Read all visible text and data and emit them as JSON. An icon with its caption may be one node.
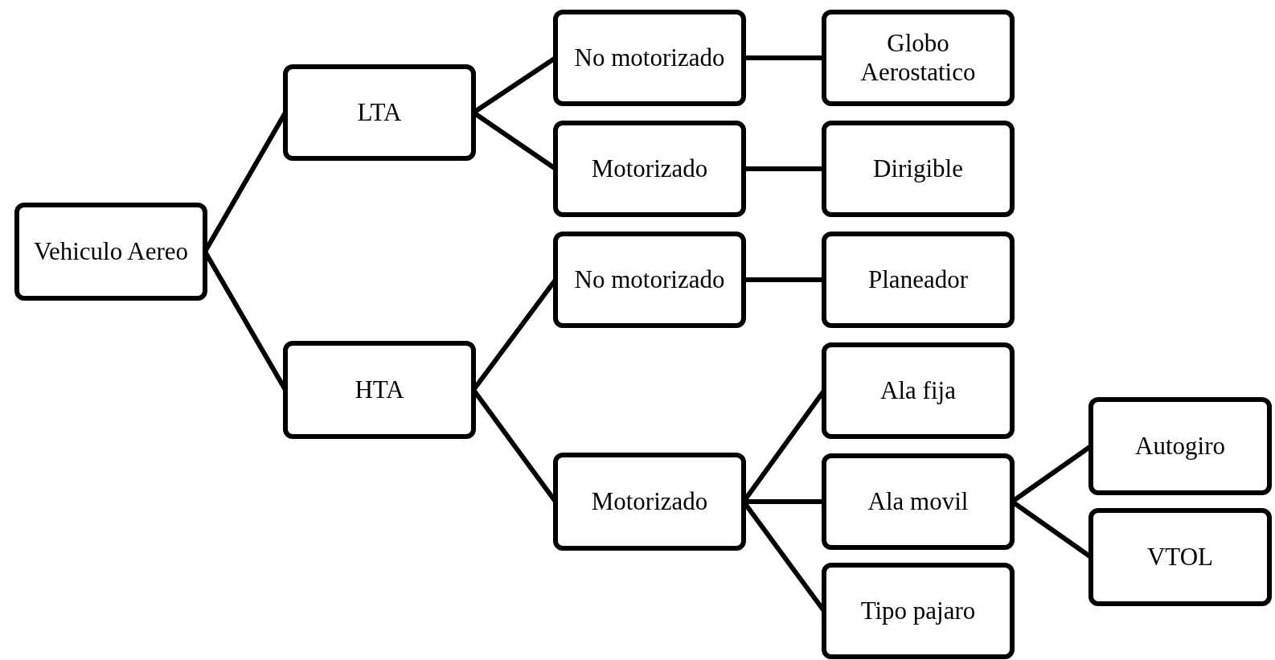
{
  "diagram": {
    "nodes": [
      {
        "text": [
          "Vehiculo Aereo"
        ]
      },
      {
        "text": [
          "LTA"
        ]
      },
      {
        "text": [
          "HTA"
        ]
      },
      {
        "text": [
          "No motorizado"
        ]
      },
      {
        "text": [
          "Motorizado"
        ]
      },
      {
        "text": [
          "Globo Aerostatico"
        ]
      },
      {
        "text": [
          "Dirigible"
        ]
      },
      {
        "text": [
          "No motorizado"
        ]
      },
      {
        "text": [
          "Planeador"
        ]
      },
      {
        "text": [
          "Motorizado"
        ]
      },
      {
        "text": [
          "Ala fija"
        ]
      },
      {
        "text": [
          "Ala movil"
        ]
      },
      {
        "text": [
          "Tipo pajaro"
        ]
      },
      {
        "text": [
          "Autogiro"
        ]
      },
      {
        "text": [
          "VTOL"
        ]
      }
    ],
    "edges": [
      {
        "from": 0,
        "to": 1,
        "arrow": "none"
      },
      {
        "from": 0,
        "to": 2,
        "arrow": "none"
      },
      {
        "from": 1,
        "to": 3,
        "arrow": "none"
      },
      {
        "from": 1,
        "to": 4,
        "arrow": "none"
      },
      {
        "from": 3,
        "to": 5,
        "arrow": "none"
      },
      {
        "from": 4,
        "to": 6,
        "arrow": "none"
      },
      {
        "from": 2,
        "to": 7,
        "arrow": "none"
      },
      {
        "from": 2,
        "to": 9,
        "arrow": "none"
      },
      {
        "from": 7,
        "to": 8,
        "arrow": "none"
      },
      {
        "from": 9,
        "to": 10,
        "arrow": "none"
      },
      {
        "from": 9,
        "to": 11,
        "arrow": "none"
      },
      {
        "from": 9,
        "to": 12,
        "arrow": "none"
      },
      {
        "from": 11,
        "to": 13,
        "arrow": "none"
      },
      {
        "from": 11,
        "to": 14,
        "arrow": "none"
      }
    ]
  }
}
